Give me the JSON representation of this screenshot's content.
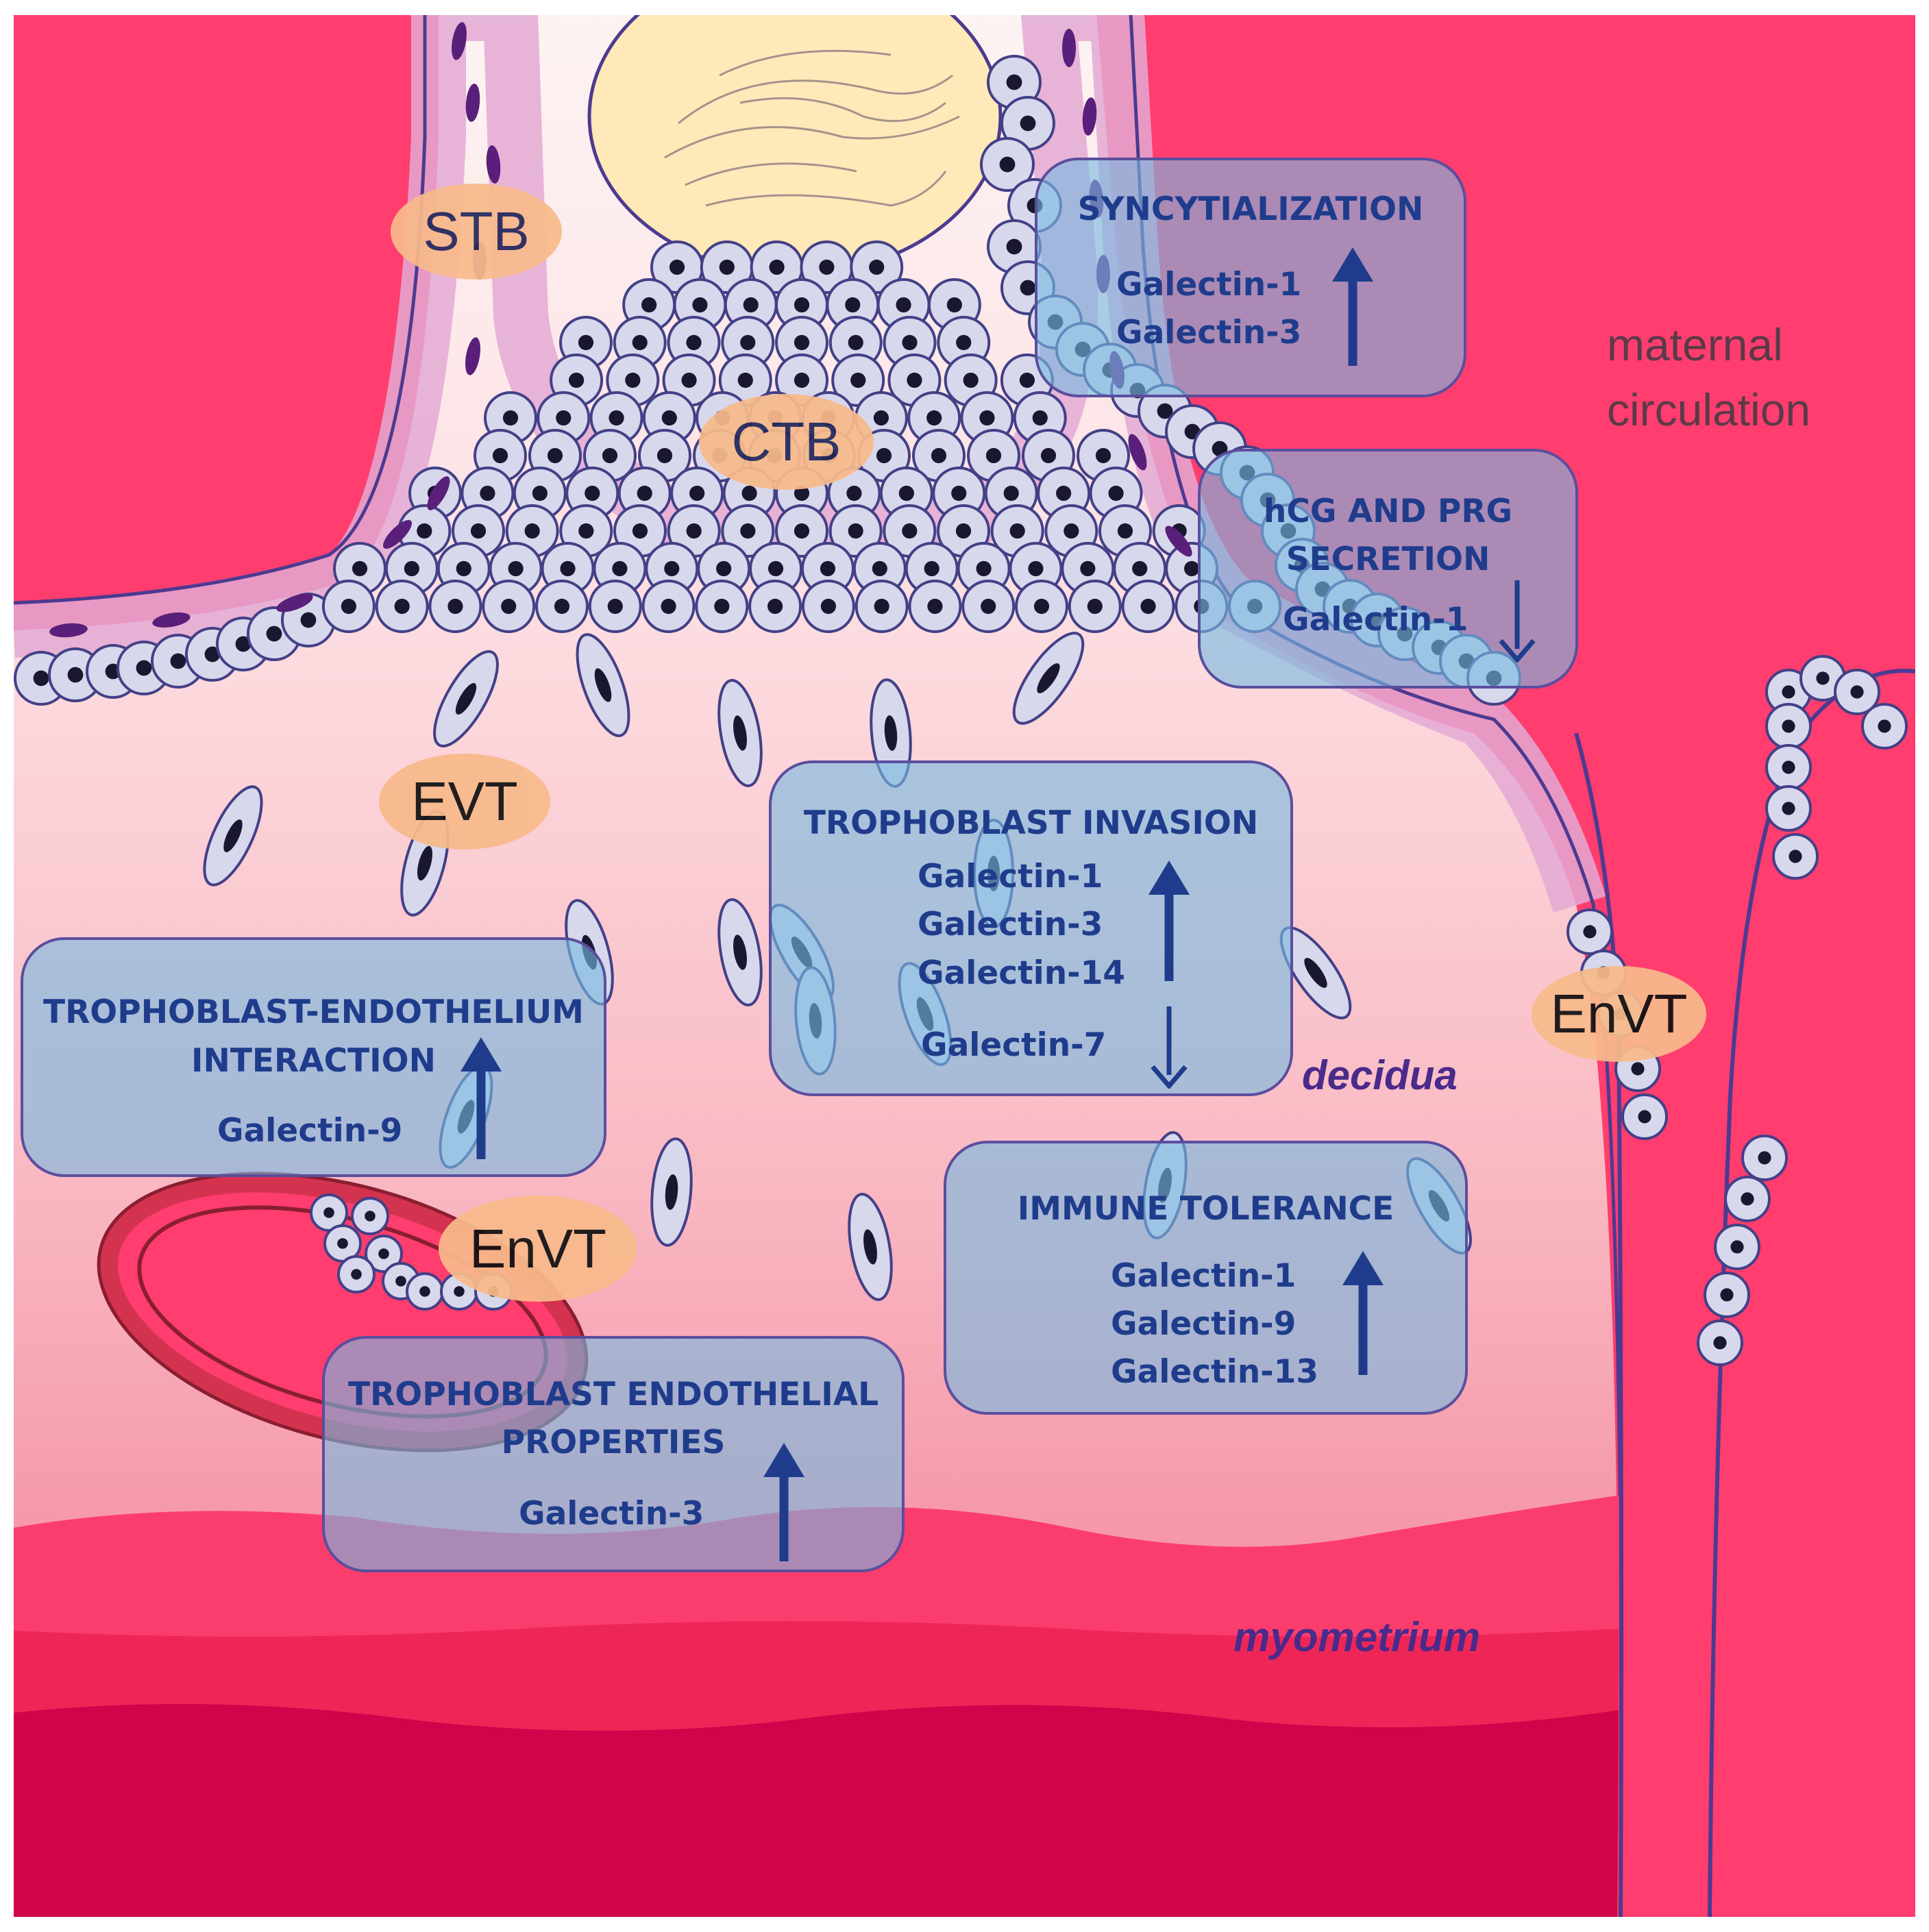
{
  "cell_labels": {
    "stb": "STB",
    "ctb": "CTB",
    "evt": "EVT",
    "envt": "EnVT"
  },
  "regions": {
    "maternal_circulation": [
      "maternal",
      "circulation"
    ],
    "decidua": "decidua",
    "myometrium": "myometrium"
  },
  "processes": {
    "syncytialization": {
      "title": "SYNCYTIALIZATION",
      "galectins": [
        "Galectin-1",
        "Galectin-3"
      ],
      "direction": "up"
    },
    "hormone_secretion": {
      "title": [
        "hCG AND PRG",
        "SECRETION"
      ],
      "galectins": [
        "Galectin-1"
      ],
      "direction": "down"
    },
    "trophoblast_invasion": {
      "title": "TROPHOBLAST INVASION",
      "up_galectins": [
        "Galectin-1",
        "Galectin-3",
        "Galectin-14"
      ],
      "down_galectins": [
        "Galectin-7"
      ]
    },
    "trophoblast_endothelium_interaction": {
      "title": [
        "TROPHOBLAST-ENDOTHELIUM",
        "INTERACTION"
      ],
      "galectins": [
        "Galectin-9"
      ],
      "direction": "up"
    },
    "immune_tolerance": {
      "title": "IMMUNE TOLERANCE",
      "galectins": [
        "Galectin-1",
        "Galectin-9",
        "Galectin-13"
      ],
      "direction": "up"
    },
    "endothelial_properties": {
      "title": [
        "TROPHOBLAST ENDOTHELIAL",
        "PROPERTIES"
      ],
      "galectins": [
        "Galectin-3"
      ],
      "direction": "up"
    }
  },
  "colors": {
    "maternal_blood": "#ff3d6e",
    "myometrium": "#d0044a",
    "villus_stroma": "#ffe9b8",
    "syncytium": "#e3a9d3",
    "cell_fill": "#d8d8ec",
    "cell_outline": "#434087",
    "box_fill": "#7ab9e1",
    "box_border": "#5b4e9e",
    "box_text": "#1f3c8c",
    "label_bubble": "#f8ba8b"
  }
}
